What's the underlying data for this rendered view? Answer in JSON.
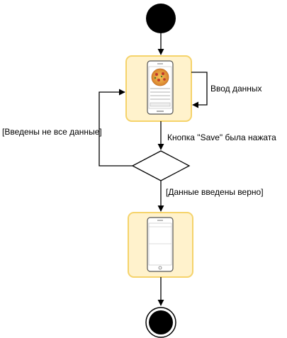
{
  "diagram": {
    "labels": {
      "self_loop": "Ввод данных",
      "guard_incomplete": "[Введены не все данные]",
      "trigger_save": "Кнопка \"Save\" была нажата",
      "guard_correct": "[Данные введены верно]"
    },
    "nodes": {
      "start": "initial",
      "form_screen": "state",
      "decision": "decision",
      "result_screen": "state",
      "end": "final"
    },
    "colors": {
      "state_fill": "#fff2cc",
      "state_border": "#f5d36b",
      "line": "#000000",
      "phone_body": "#ffffff",
      "phone_border": "#555555",
      "pizza": "#e8a23a"
    }
  }
}
